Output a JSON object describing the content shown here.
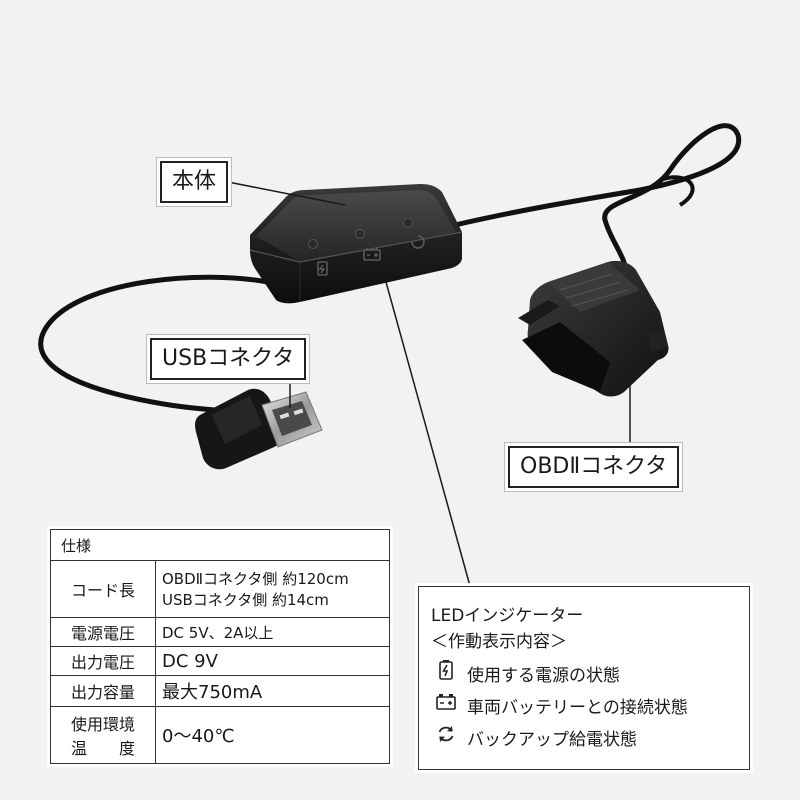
{
  "callouts": {
    "body": "本体",
    "usb": "USBコネクタ",
    "obd": "OBDⅡコネクタ"
  },
  "device_leds": {
    "left_icon": "battery-charge-icon",
    "mid_icon": "car-battery-icon",
    "right_icon": "backup-power-icon"
  },
  "spec": {
    "title": "仕様",
    "rows": [
      {
        "key": "コード長",
        "values": [
          "OBDⅡコネクタ側 約120cm",
          "USBコネクタ側 約14cm"
        ]
      },
      {
        "key": "電源電圧",
        "values": [
          "DC 5V、2A以上"
        ]
      },
      {
        "key": "出力電圧",
        "values": [
          "DC 9V"
        ]
      },
      {
        "key": "出力容量",
        "values": [
          "最大750mA"
        ]
      },
      {
        "key_lines": [
          "使用環境",
          "温　　度"
        ],
        "values": [
          "0〜40℃"
        ]
      }
    ]
  },
  "led_box": {
    "title": "LEDインジケーター",
    "subtitle": "＜作動表示内容＞",
    "items": [
      {
        "icon": "battery-bolt-icon",
        "label": "使用する電源の状態"
      },
      {
        "icon": "car-battery-icon",
        "label": "車両バッテリーとの接続状態"
      },
      {
        "icon": "cycle-arrows-icon",
        "label": "バックアップ給電状態"
      }
    ]
  }
}
